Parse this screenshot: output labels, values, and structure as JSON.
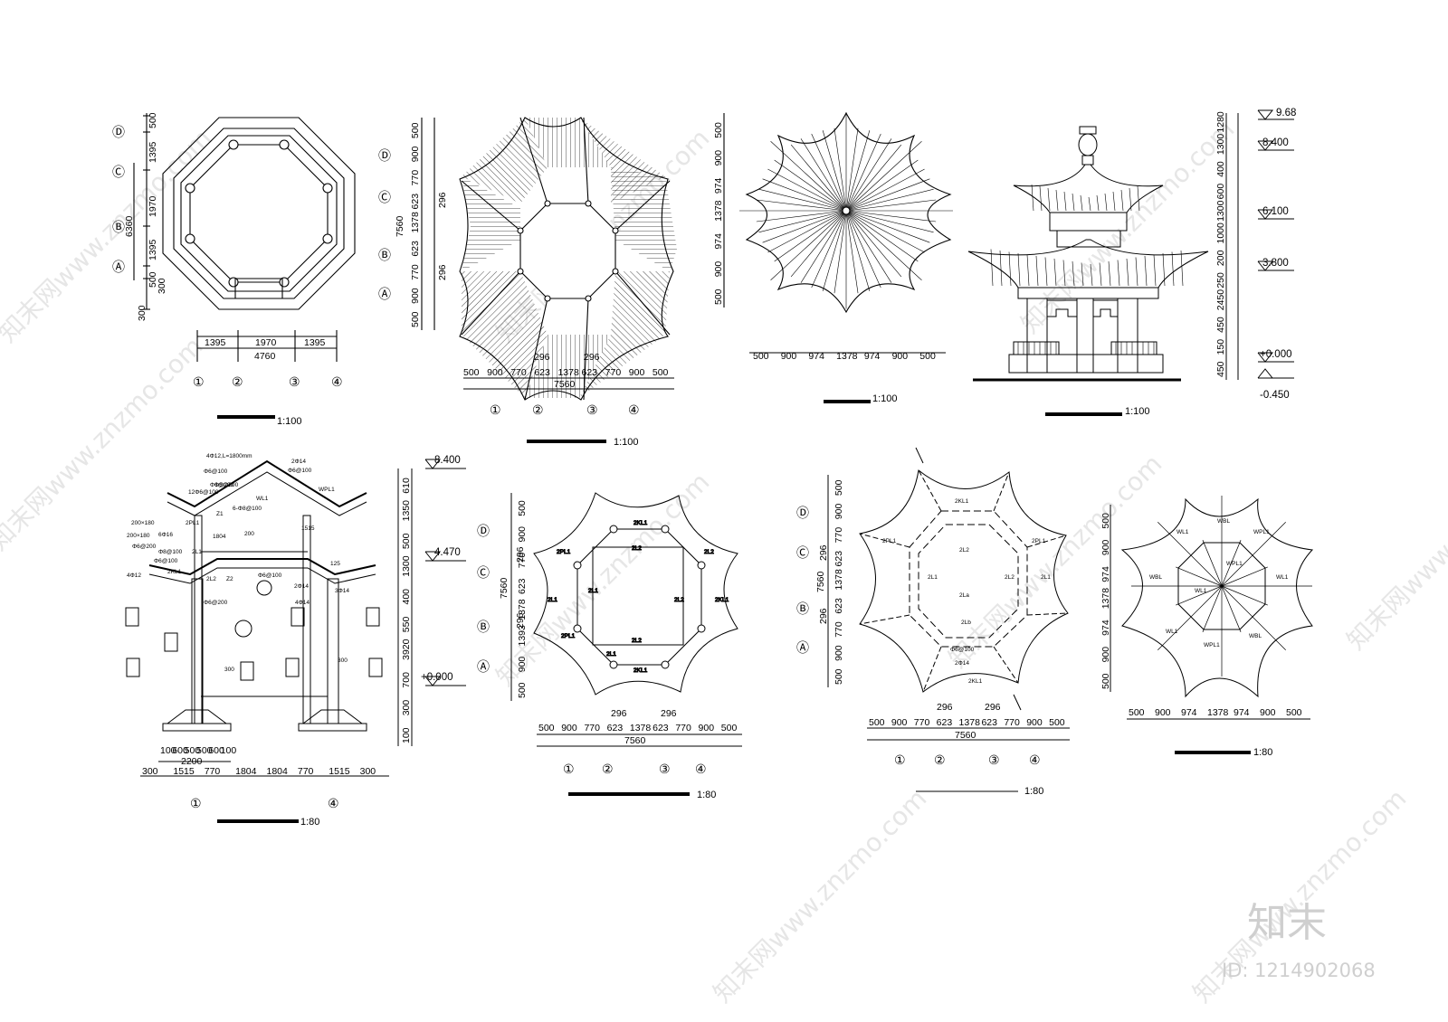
{
  "brand": {
    "name": "知末",
    "id_text": "ID: 1214902068"
  },
  "watermark": {
    "text": "知末网www.znzmo.com"
  },
  "scales": {
    "s100": "1:100",
    "s80": "1:80"
  },
  "axes": {
    "num": [
      "①",
      "②",
      "③",
      "④"
    ],
    "let": [
      "Ⓐ",
      "Ⓑ",
      "Ⓒ",
      "Ⓓ"
    ]
  },
  "drawings": {
    "plan1": {
      "h_dims": [
        "1395",
        "1970",
        "1395"
      ],
      "h_total": "4760",
      "v_dims": [
        "500",
        "1395",
        "1970",
        "1395",
        "500"
      ],
      "v_total": "6360",
      "v_extra": [
        "300",
        "300"
      ]
    },
    "roof_plan": {
      "h_dims": [
        "500",
        "900",
        "770",
        "623",
        "1378",
        "623",
        "770",
        "900",
        "500"
      ],
      "h_total": "7560",
      "h_above": [
        "296",
        "296"
      ],
      "v_dims": [
        "500",
        "900",
        "770",
        "623",
        "1378",
        "623",
        "770",
        "900",
        "500"
      ],
      "v_total": "7560",
      "v_side": [
        "296",
        "296"
      ]
    },
    "top_plan": {
      "h_dims": [
        "500",
        "900",
        "974",
        "1378",
        "974",
        "900",
        "500"
      ],
      "v_dims": [
        "500",
        "900",
        "974",
        "1378",
        "974",
        "900",
        "500"
      ]
    },
    "elevation": {
      "levels": [
        "9.68",
        "8.400",
        "6.100",
        "3.800",
        "+0.000",
        "-0.450"
      ],
      "v_dims": [
        "1280",
        "1300",
        "400",
        "600",
        "1300",
        "1000",
        "200",
        "250",
        "2450",
        "450",
        "150",
        "450"
      ]
    },
    "section": {
      "levels": [
        "8.400",
        "4.470",
        "+0.000"
      ],
      "v_dims": [
        "610",
        "1350",
        "500",
        "1300",
        "400",
        "550",
        "3920",
        "700",
        "300",
        "100"
      ],
      "h_dims": [
        "300",
        "1515",
        "770",
        "1804",
        "1804",
        "770",
        "1515",
        "300"
      ],
      "base_dims": [
        "100",
        "600",
        "500",
        "500",
        "600",
        "100"
      ],
      "base_total": "2200",
      "notes": [
        "4Φ12,L=1800mm",
        "Φ6@100",
        "Φ6@200",
        "12Φ6@100",
        "6-Φ8@100",
        "Φ6@200",
        "2Φ14",
        "Φ6@100",
        "WL1",
        "WPL1",
        "2PL1",
        "2KL1",
        "2L2",
        "Z2",
        "Z1",
        "1515",
        "1804",
        "200",
        "200×180",
        "200×180",
        "2L1",
        "Φ8@100",
        "Φ6@200",
        "6Φ16",
        "4Φ12",
        "Φ6@100",
        "3Φ14",
        "2Φ14",
        "4Φ14",
        "Φ6@100",
        "Φ6@200",
        "300",
        "300",
        "125"
      ]
    },
    "frame_plan": {
      "h_dims": [
        "500",
        "900",
        "770",
        "623",
        "1378",
        "623",
        "770",
        "900",
        "500"
      ],
      "h_total": "7560",
      "h_above": [
        "296",
        "296"
      ],
      "v_dims": [
        "500",
        "900",
        "770",
        "623",
        "1378",
        "1393",
        "900",
        "500"
      ],
      "v_total": "7560",
      "v_side": [
        "296",
        "296"
      ],
      "labels": [
        "2KL1",
        "2L2",
        "2PL1",
        "2L1",
        "2KL1",
        "2L2",
        "2L2",
        "2L1",
        "2PL1",
        "2KL1",
        "2L1",
        "2L2"
      ]
    },
    "beam_plan": {
      "h_dims": [
        "500",
        "900",
        "770",
        "623",
        "1378",
        "623",
        "770",
        "900",
        "500"
      ],
      "h_total": "7560",
      "h_above": [
        "296",
        "296"
      ],
      "v_dims": [
        "500",
        "900",
        "770",
        "623",
        "1378",
        "623",
        "770",
        "900",
        "500"
      ],
      "v_total": "7560",
      "v_side": [
        "296",
        "296"
      ],
      "labels": [
        "2KL1",
        "2PL1",
        "2L1",
        "2L2",
        "2La",
        "2L2",
        "2Lb",
        "2KL1",
        "2L1",
        "2PL1",
        "Φ6@100",
        "2Φ14"
      ]
    },
    "upper_plan": {
      "h_dims": [
        "500",
        "900",
        "974",
        "1378",
        "974",
        "900",
        "500"
      ],
      "v_dims": [
        "500",
        "900",
        "974",
        "1378",
        "974",
        "900",
        "500"
      ],
      "labels": [
        "WL1",
        "WBL",
        "WPL1",
        "WL1",
        "WBL",
        "WPL1",
        "WL1",
        "WBL",
        "WPL1",
        "WL1"
      ]
    }
  }
}
